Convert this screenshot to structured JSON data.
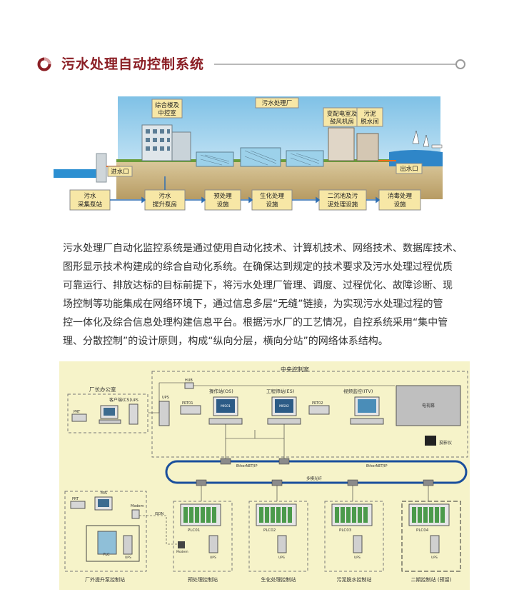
{
  "section": {
    "title": "污水处理自动控制系统"
  },
  "process_diagram": {
    "plant_label": "污水处理厂",
    "office_label": [
      "综合楼及",
      "中控室"
    ],
    "power_label": [
      "变配电室及",
      "鼓风机房"
    ],
    "sludge_label": [
      "污泥",
      "脱水间"
    ],
    "inlet_label": "进水口",
    "outlet_label": "出水口",
    "steps": [
      [
        "污水",
        "采集泵站"
      ],
      [
        "污水",
        "提升泵房"
      ],
      [
        "预处理",
        "设施"
      ],
      [
        "生化处理",
        "设施"
      ],
      [
        "二沉池及污",
        "泥处理设施"
      ],
      [
        "消毒处理",
        "设施"
      ]
    ]
  },
  "description": {
    "lines": [
      "污水处理厂自动化监控系统是通过使用自动化技术、计算机技术、网络技术、数据库技术、",
      "图形显示技术构建成的综合自动化系统。在确保达到规定的技术要求及污水处理过程优质",
      "可靠运行、排放达标的目标前提下，将污水处理厂管理、调度、过程优化、故障诊断、现",
      "场控制等功能集成在网络环境下，通过信息多层“无缝”链接，为实现污水处理过程的管",
      "控一体化及综合信息处理构建信息平台。根据污水厂的工艺情况，自控系统采用“集中管",
      "理、分散控制”的设计原则，构成“纵向分层，横向分站”的网络体系结构。"
    ]
  },
  "network_diagram": {
    "central_room": "中央控制室",
    "manager_office": "厂长办公室",
    "client": "客户端(CS)",
    "prt": "PRT",
    "ups": "UPS",
    "hub": "HUB",
    "prt01": "PRT01",
    "prt02": "PRT02",
    "mis01": "MIS01",
    "mis02": "MIS02",
    "operator": "操作站(OS)",
    "engineer": "工程师站(ES)",
    "video": "视频监控(ITV)",
    "screen": "电视幕",
    "projector": "投影仪",
    "ethernet": "EtherNET/IP",
    "fiber": "多模光纤",
    "mis": "MIS",
    "modem": "Modem",
    "isdn": "ISDN",
    "plc": "PLC",
    "plcs": [
      "PLC01",
      "PLC02",
      "PLC03",
      "PLC04"
    ],
    "stations": [
      "厂外提升泵控制站",
      "预处理控制站",
      "生化处理控制站",
      "污泥脱水控制站",
      "二期控制站 (预留)"
    ]
  }
}
